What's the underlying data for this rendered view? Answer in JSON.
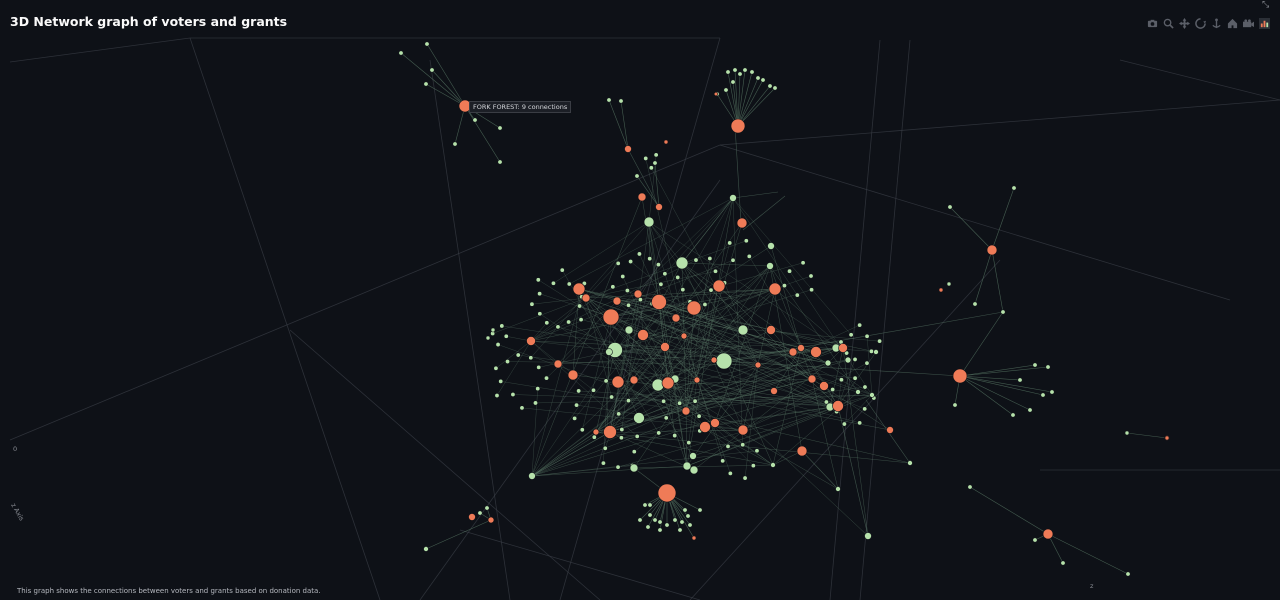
{
  "title": "3D Network graph of voters and grants",
  "caption": "This graph shows the connections between voters and grants based on donation data.",
  "hover": {
    "text": "FORK FOREST: 9 connections"
  },
  "axis": {
    "z_label": "z Axis",
    "tick_zero": "0",
    "tick_z": "z"
  },
  "colors": {
    "background": "#0e1117",
    "grant_node": "#ef7b57",
    "voter_node": "#b6e2ab",
    "edge": "#5d7d6a",
    "grid": "#3b3f47"
  },
  "modebar": {
    "buttons": [
      "camera-icon",
      "zoom-icon",
      "pan-icon",
      "orbit-icon",
      "turntable-icon",
      "reset-icon",
      "camera-reset-icon",
      "logo-icon"
    ]
  }
}
